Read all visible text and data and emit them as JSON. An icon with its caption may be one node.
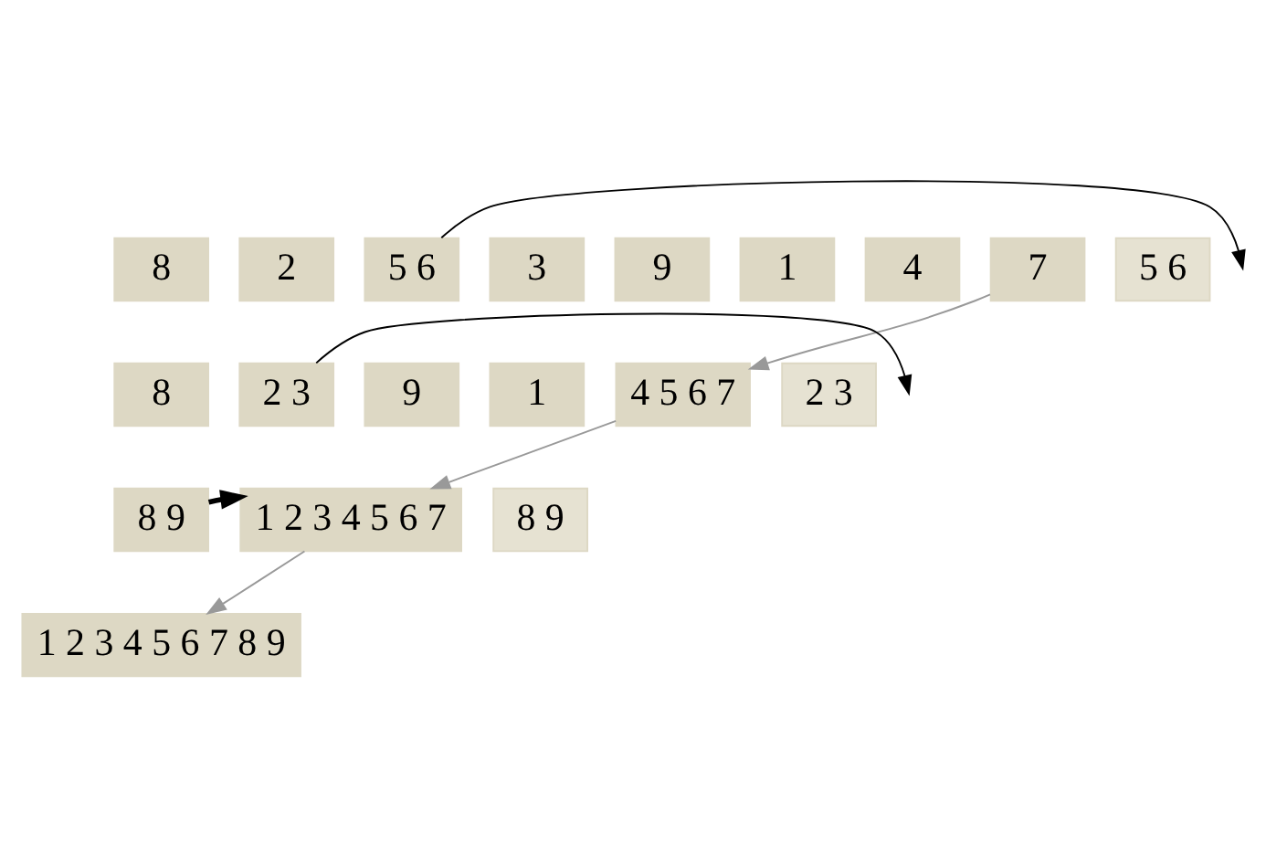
{
  "diagram": {
    "nodes": [
      {
        "text": [
          "8"
        ]
      },
      {
        "text": [
          "2"
        ]
      },
      {
        "text": [
          "5 6"
        ]
      },
      {
        "text": [
          "3"
        ]
      },
      {
        "text": [
          "9"
        ]
      },
      {
        "text": [
          "1"
        ]
      },
      {
        "text": [
          "4"
        ]
      },
      {
        "text": [
          "7"
        ]
      },
      {
        "text": [
          "5 6"
        ]
      },
      {
        "text": [
          "8"
        ]
      },
      {
        "text": [
          "2 3"
        ]
      },
      {
        "text": [
          "9"
        ]
      },
      {
        "text": [
          "1"
        ]
      },
      {
        "text": [
          "4 5 6 7"
        ]
      },
      {
        "text": [
          "2 3"
        ]
      },
      {
        "text": [
          "8 9"
        ]
      },
      {
        "text": [
          "1 2 3 4 5 6 7"
        ]
      },
      {
        "text": [
          "8 9"
        ]
      },
      {
        "text": [
          "1 2 3 4 5 6 7 8 9"
        ]
      }
    ],
    "edges": [
      {
        "from": 2,
        "to": null,
        "arrow": "to"
      },
      {
        "from": 7,
        "to": 13,
        "arrow": "to",
        "color": "#999999"
      },
      {
        "from": 10,
        "to": null,
        "arrow": "to"
      },
      {
        "from": 13,
        "to": 16,
        "arrow": "to",
        "color": "#999999"
      },
      {
        "from": 15,
        "to": 16,
        "arrow": "to",
        "style": "thick"
      },
      {
        "from": 16,
        "to": 18,
        "arrow": "to",
        "color": "#999999"
      }
    ]
  }
}
